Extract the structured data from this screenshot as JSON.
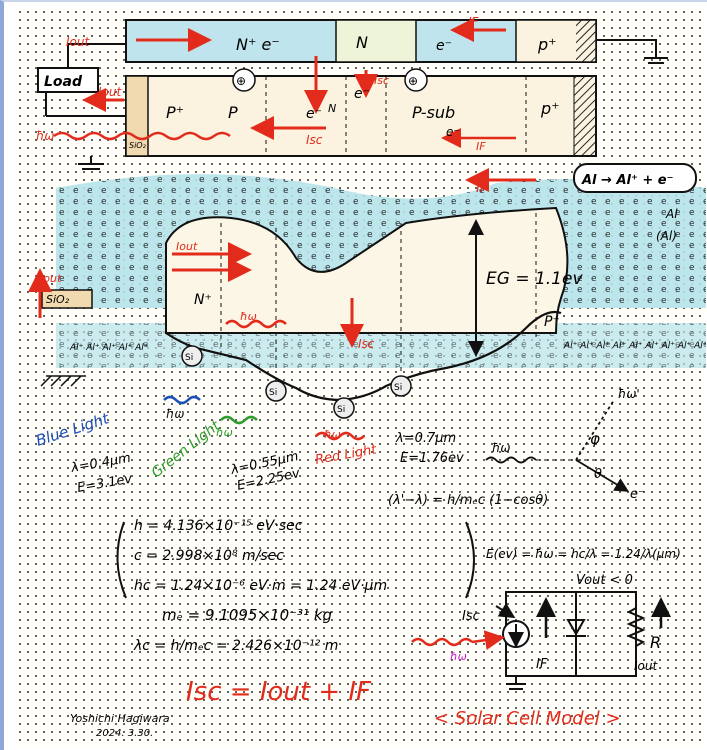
{
  "top_structure": {
    "labels": {
      "n_plus_e": "N⁺ e⁻",
      "n": "N",
      "e_top": "e⁻",
      "p_plus_right_top": "p⁺",
      "load": "Load",
      "iout_top": "Iout",
      "iout_left": "Iout",
      "if_top": "IF",
      "isc_top": "Isc",
      "p_plus_left": "P⁺",
      "p": "P",
      "e_mid": "e⁻",
      "e_mid2": "e⁻",
      "n_small": "N",
      "p_sub": "P-sub",
      "e_psub": "e⁻",
      "p_plus_right": "p⁺",
      "isc_mid": "Isc",
      "if_mid": "IF",
      "hw_left": "ħω",
      "sio2": "SiO₂",
      "hole1": "⊕",
      "hole2": "⊕"
    }
  },
  "band": {
    "labels": {
      "if_band": "IF",
      "al_eq": "Al → Al⁺ + e⁻",
      "al_bracket": "(Al)",
      "al_label": "Al",
      "eg": "EG = 1.1ev",
      "iout_band": "Iout",
      "iout_left": "Iout",
      "sio2_band": "SiO₂",
      "isc_band": "Isc",
      "hw_band": "ħω",
      "n_plus_band": "N⁺",
      "p_plus_band": "P⁺",
      "al_ions_left": "Al⁺ Al⁺ Al⁺ Al⁺ Al⁺",
      "al_ions_right": "Al⁺ Al⁺ Al⁺ Al⁺ Al⁺ Al⁺ Al⁺ Al⁺ Al⁺",
      "si1": "Si",
      "si2": "Si",
      "si3": "Si",
      "si4": "Si"
    }
  },
  "light": {
    "blue_label": "Blue Light",
    "blue_lambda": "λ=0.4μm",
    "blue_e": "E=3.1ev",
    "blue_hw": "ħω",
    "green_label": "Green Light",
    "green_hw": "ħω",
    "green_lambda": "λ=0.55μm",
    "green_e": "E=2.25ev",
    "red_label": "Red Light",
    "red_lambda": "λ=0.7μm",
    "red_e": "E=1.76ev",
    "red_hw": "ħω"
  },
  "compton": {
    "hw_in": "ħω",
    "hw_out": "ħω'",
    "phi": "φ",
    "theta": "θ",
    "electron": "e⁻",
    "formula": "(λ'−λ) = h/mₑc (1−cosθ)"
  },
  "constants": {
    "h": "h = 4.136×10⁻¹⁵ eV·sec",
    "c": "c = 2.998×10⁸ m/sec",
    "hc": "hc = 1.24×10⁻⁶ eV·m = 1.24 eV·μm",
    "me": "mₑ = 9.1095×10⁻³¹ kg",
    "lambda_c": "λc = h/mₑc = 2.426×10⁻¹² m",
    "energy": "E(ev) = ħω = hc/λ = 1.24/λ(μm)"
  },
  "circuit": {
    "isc": "Isc",
    "if": "IF",
    "r": "R",
    "iout": "Iout",
    "vout": "Vout < 0",
    "hw": "ħω"
  },
  "equation": "Isc = Iout + IF",
  "model_title": "< Solar Cell Model >",
  "signature": "Yoshichi Hagiwara",
  "date": "2024. 3.30."
}
